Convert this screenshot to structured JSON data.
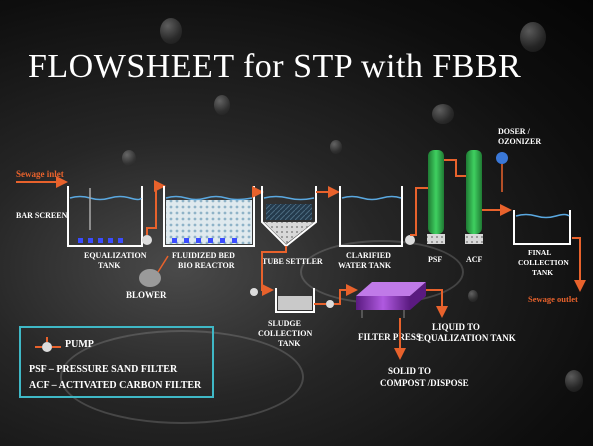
{
  "title": "FLOWSHEET for STP with FBBR",
  "labels": {
    "sewage_inlet": "Sewage inlet",
    "bar_screen": "BAR SCREEN",
    "equalization_tank": [
      "EQUALIZATION",
      "TANK"
    ],
    "fluidized_bed": [
      "FLUIDIZED BED",
      "BIO REACTOR"
    ],
    "tube_settler": "TUBE SETTLER",
    "clarified_tank": [
      "CLARIFIED",
      "WATER TANK"
    ],
    "psf": "PSF",
    "acf": "ACF",
    "doser": [
      "DOSER /",
      "OZONIZER"
    ],
    "final_tank": [
      "FINAL",
      "COLLECTION",
      "TANK"
    ],
    "sewage_outlet": "Sewage outlet",
    "blower": "BLOWER",
    "sludge_tank": [
      "SLUDGE",
      "COLLECTION",
      "TANK"
    ],
    "filter_press": "FILTER PRESS",
    "liquid": [
      "LIQUID TO",
      "EQUALIZATION TANK"
    ],
    "solid": [
      "SOLID TO",
      "COMPOST /DISPOSE"
    ]
  },
  "legend": {
    "pump": "PUMP",
    "psf_def": "PSF – PRESSURE SAND FILTER",
    "acf_def": "ACF – ACTIVATED CARBON FILTER"
  },
  "colors": {
    "pipe": "#e8622c",
    "legend_border": "#3fb8c6",
    "filter_green": "#2fae4a",
    "filter_press": "#8a2fb8",
    "doser_blue": "#3a78d8"
  }
}
